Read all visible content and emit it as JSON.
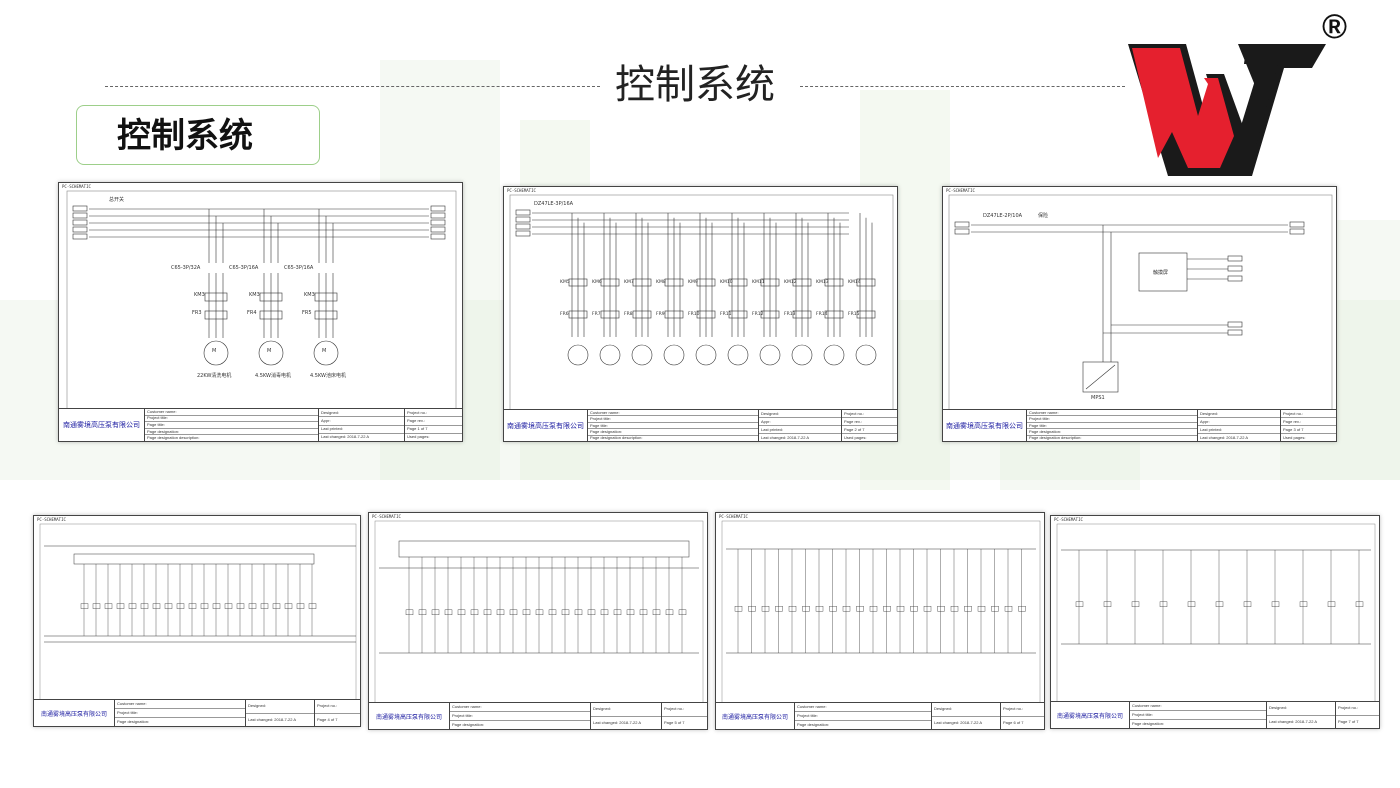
{
  "header": {
    "title": "控制系统"
  },
  "section": {
    "label": "控制系统"
  },
  "logo": {
    "reg_mark": "®",
    "colors": {
      "red": "#e5202e",
      "black": "#1a1a1a"
    }
  },
  "sheets_common": {
    "tag": "PC-SCHEMATIC",
    "company": "南通雾境高压泵有限公司",
    "fields": {
      "customer": "Customer name:",
      "project": "Project title:",
      "page_title": "Page title:",
      "page_desig": "Page designation:",
      "page_desig_desc": "Page designation description:",
      "designed": "Designed:",
      "appr": "Appr:",
      "last_printed": "Last printed:",
      "last_changed": "Last changed: 2018-7-22 A",
      "project_no": "Project no.:",
      "page_rev": "Page rev.:",
      "page": "Page",
      "of": "of",
      "used_pages": "Used pages:"
    }
  },
  "sheet1": {
    "main_switch": "总开关",
    "breakers": [
      "C65-3P/32A",
      "C65-3P/16A",
      "C65-3P/16A"
    ],
    "contactors": [
      "KM3",
      "KM3",
      "KM3"
    ],
    "relays": [
      "FR3",
      "FR4",
      "FR5"
    ],
    "motors": [
      "22KW清洗电机",
      "4.5KW消毒电机",
      "4.5KW池床电机"
    ],
    "page_num": "1",
    "page_total": "7"
  },
  "sheet2": {
    "breaker": "DZ47LE-3P/16A",
    "contactors": [
      "KM5",
      "KM6",
      "KM7",
      "KM8",
      "KM9",
      "KM10",
      "KM11",
      "KM12",
      "KM13",
      "KM14"
    ],
    "relays": [
      "FR6",
      "FR7",
      "FR8",
      "FR9",
      "FR10",
      "FR11",
      "FR12",
      "FR13",
      "FR14",
      "FR15"
    ],
    "page_num": "2",
    "page_total": "7"
  },
  "sheet3": {
    "breaker": "DZ47LE-2P/10A",
    "fuse": "保险",
    "box": "触摸屏",
    "psu": "MPS1",
    "page_num": "3",
    "page_total": "7"
  },
  "sheet4": {
    "page_num": "4",
    "page_total": "7"
  },
  "sheet5": {
    "page_num": "5",
    "page_total": "7"
  },
  "sheet6": {
    "page_num": "6",
    "page_total": "7"
  },
  "sheet7": {
    "page_num": "7",
    "page_total": "7"
  }
}
